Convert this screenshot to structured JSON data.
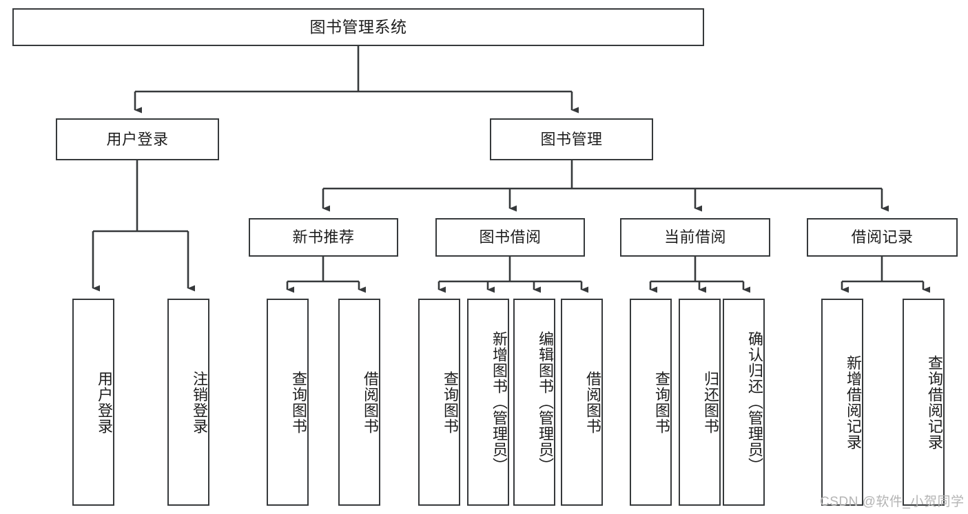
{
  "diagram": {
    "title": "图书管理系统",
    "type": "tree-hierarchy-chart",
    "watermark": "CSDN @软件_小贺同学",
    "colors": {
      "box_border": "#36393b",
      "box_fill": "#ffffff",
      "line": "#36393b",
      "text": "#1d1d1d",
      "watermark": "#b4b4b4",
      "background": "#ffffff"
    },
    "root": {
      "label": "图书管理系统"
    },
    "level2": [
      {
        "id": "user-login",
        "label": "用户登录"
      },
      {
        "id": "book-management",
        "label": "图书管理"
      }
    ],
    "level3": [
      {
        "id": "new-book-recommend",
        "label": "新书推荐"
      },
      {
        "id": "book-borrow",
        "label": "图书借阅"
      },
      {
        "id": "current-borrow",
        "label": "当前借阅"
      },
      {
        "id": "borrow-record",
        "label": "借阅记录"
      }
    ],
    "leaves": {
      "user_login": [
        {
          "id": "leaf-user-login",
          "label": "用户登录"
        },
        {
          "id": "leaf-logout-login",
          "label": "注销登录"
        }
      ],
      "new_book_recommend": [
        {
          "id": "leaf-query-book-1",
          "label": "查询图书"
        },
        {
          "id": "leaf-borrow-book-1",
          "label": "借阅图书"
        }
      ],
      "book_borrow": [
        {
          "id": "leaf-query-book-2",
          "label": "查询图书"
        },
        {
          "id": "leaf-add-book",
          "label": "新增图书（管理员）"
        },
        {
          "id": "leaf-edit-book",
          "label": "编辑图书（管理员）"
        },
        {
          "id": "leaf-borrow-book-2",
          "label": "借阅图书"
        }
      ],
      "current_borrow": [
        {
          "id": "leaf-query-book-3",
          "label": "查询图书"
        },
        {
          "id": "leaf-return-book",
          "label": "归还图书"
        },
        {
          "id": "leaf-confirm-return",
          "label": "确认归还（管理员）"
        }
      ],
      "borrow_record": [
        {
          "id": "leaf-add-borrow-record",
          "label": "新增借阅记录"
        },
        {
          "id": "leaf-query-borrow-record",
          "label": "查询借阅记录"
        }
      ]
    }
  }
}
